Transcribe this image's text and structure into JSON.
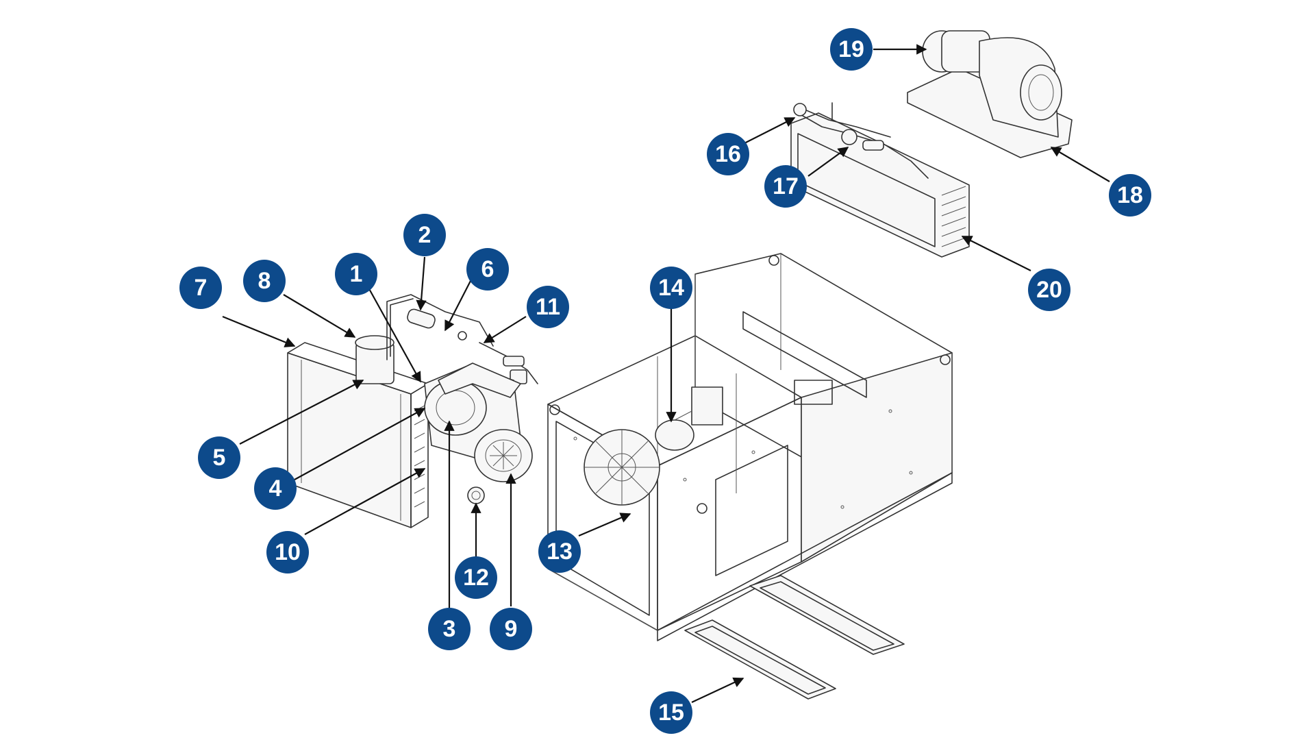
{
  "colors": {
    "badge": "#0d4a8b",
    "badge_text": "#ffffff",
    "line": "#333333",
    "background": "#ffffff"
  },
  "callouts": [
    {
      "id": "1",
      "label": "1"
    },
    {
      "id": "2",
      "label": "2"
    },
    {
      "id": "3",
      "label": "3"
    },
    {
      "id": "4",
      "label": "4"
    },
    {
      "id": "5",
      "label": "5"
    },
    {
      "id": "6",
      "label": "6"
    },
    {
      "id": "7",
      "label": "7"
    },
    {
      "id": "8",
      "label": "8"
    },
    {
      "id": "9",
      "label": "9"
    },
    {
      "id": "10",
      "label": "10"
    },
    {
      "id": "11",
      "label": "11"
    },
    {
      "id": "12",
      "label": "12"
    },
    {
      "id": "13",
      "label": "13"
    },
    {
      "id": "14",
      "label": "14"
    },
    {
      "id": "15",
      "label": "15"
    },
    {
      "id": "16",
      "label": "16"
    },
    {
      "id": "17",
      "label": "17"
    },
    {
      "id": "18",
      "label": "18"
    },
    {
      "id": "19",
      "label": "19"
    },
    {
      "id": "20",
      "label": "20"
    }
  ]
}
